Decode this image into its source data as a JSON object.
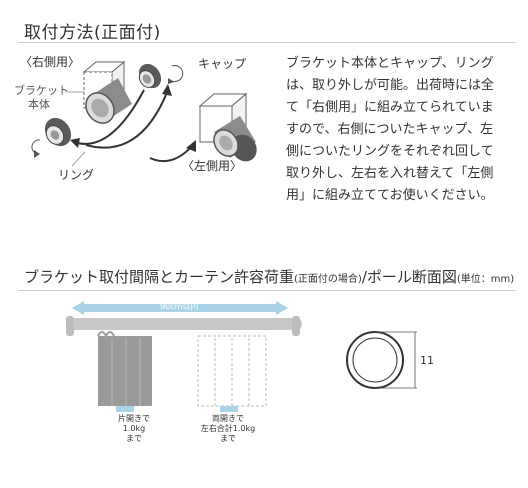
{
  "section1": {
    "title": "取付方法(正面付)",
    "right_side_label": "〈右側用〉",
    "left_side_label": "〈左側用〉",
    "bracket_label_line1": "ブラケット",
    "bracket_label_line2": "本体",
    "cap_label": "キャップ",
    "ring_label": "リング",
    "description_lines": [
      "ブラケット本体とキャップ、リング",
      "は、取り外しが可能。出荷時には全",
      "て「右側用」に組み立てられていま",
      "すので、右側についたキャップ、左",
      "側についたリングをそれぞれ回して",
      "取り外し、左右を入れ替えて「左側",
      "用」に組み立ててお使いください。"
    ]
  },
  "section2": {
    "title_main": "ブラケット取付間隔とカーテン許容荷重",
    "title_note": "(正面付の場合)",
    "title_sep": "/",
    "title_pole": "ポール断面図",
    "title_unit": "(単位：mm)",
    "spacing_label": "90cm以内",
    "caption_single": [
      "片開きで",
      "1.0kg",
      "まで"
    ],
    "caption_double": [
      "両開きで",
      "左右合計1.0kg",
      "まで"
    ],
    "pole_diameter": "11"
  },
  "colors": {
    "text": "#333333",
    "rule": "#cfcfcf",
    "bar": "#a9d3e6",
    "rod": "#c8c8c8",
    "curtain_dark": "#9a9a9a",
    "curtain_light": "#e4e4e4"
  }
}
